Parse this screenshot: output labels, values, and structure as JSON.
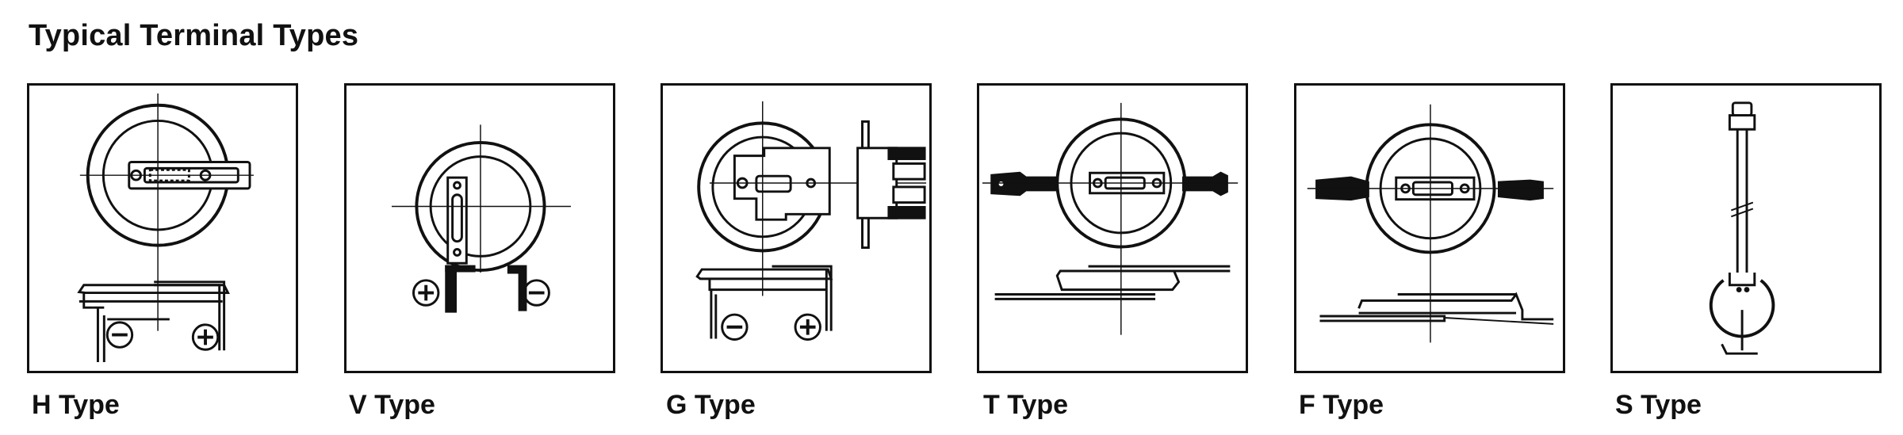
{
  "title": "Typical Terminal Types",
  "panels": [
    {
      "label": "H Type"
    },
    {
      "label": "V Type"
    },
    {
      "label": "G Type"
    },
    {
      "label": "T Type"
    },
    {
      "label": "F Type"
    },
    {
      "label": "S Type"
    }
  ]
}
